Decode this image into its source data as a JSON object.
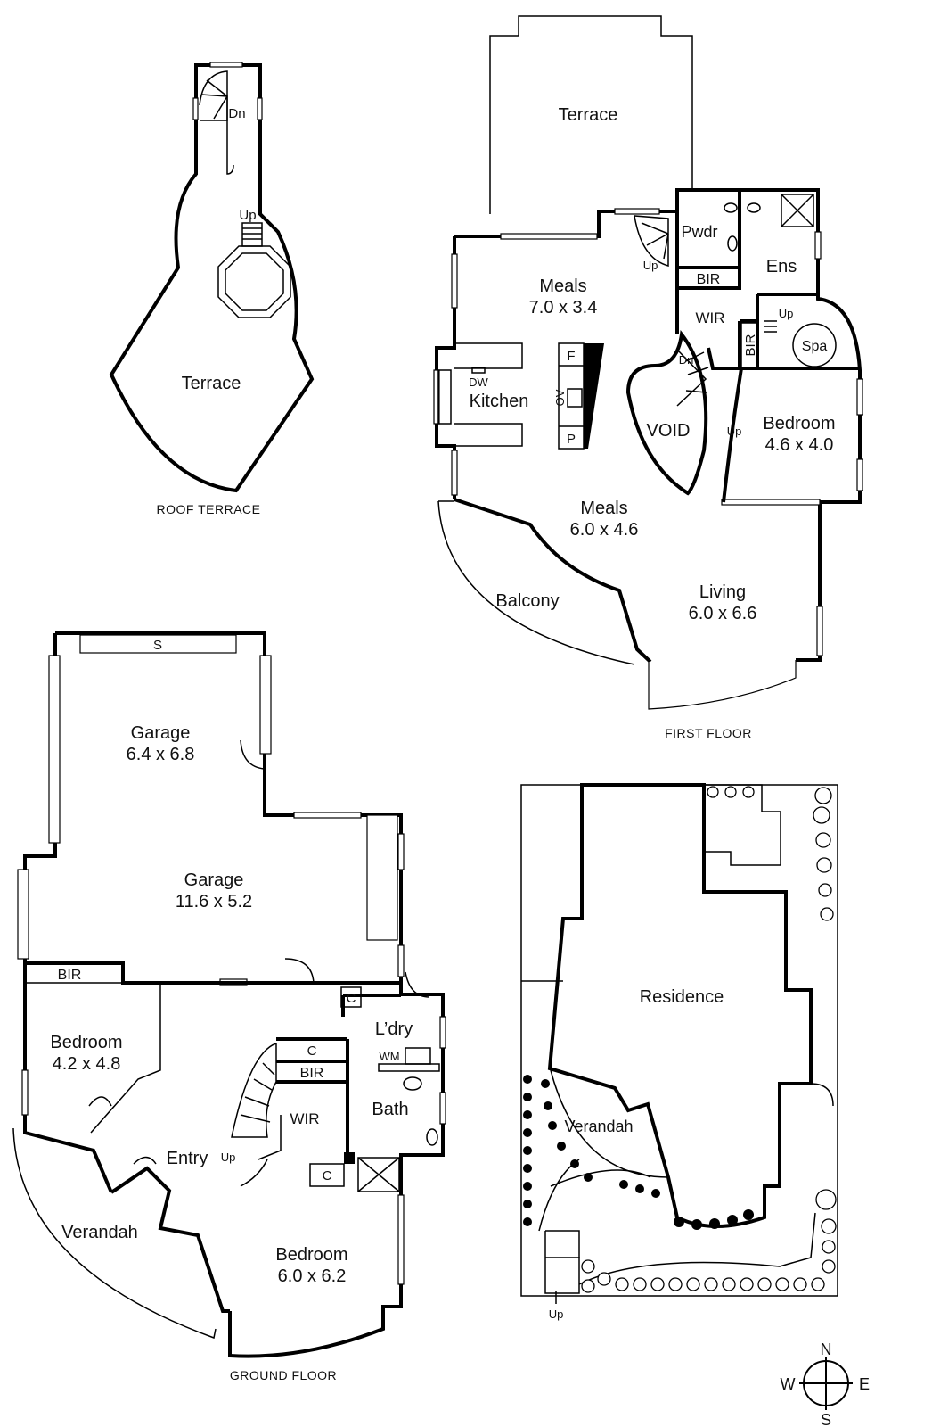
{
  "floors": {
    "roof_terrace": {
      "title": "ROOF TERRACE",
      "rooms": {
        "terrace": "Terrace"
      },
      "marks": {
        "dn": "Dn",
        "up": "Up"
      }
    },
    "first_floor": {
      "title": "FIRST FLOOR",
      "rooms": {
        "terrace": "Terrace",
        "meals_upper_name": "Meals",
        "meals_upper_dim": "7.0 x 3.4",
        "kitchen": "Kitchen",
        "void": "VOID",
        "meals_lower_name": "Meals",
        "meals_lower_dim": "6.0 x 4.6",
        "balcony": "Balcony",
        "living_name": "Living",
        "living_dim": "6.0 x 6.6",
        "bedroom_name": "Bedroom",
        "bedroom_dim": "4.6 x 4.0",
        "pwdr": "Pwdr",
        "ens": "Ens",
        "bir_top": "BIR",
        "bir_side": "BIR",
        "wir": "WIR",
        "spa": "Spa"
      },
      "marks": {
        "dw": "DW",
        "f": "F",
        "ov": "OV",
        "p": "P",
        "up_stair": "Up",
        "up_spa": "Up",
        "dn_void": "Dn",
        "up_bed": "Up"
      }
    },
    "ground_floor": {
      "title": "GROUND FLOOR",
      "rooms": {
        "garage_upper_name": "Garage",
        "garage_upper_dim": "6.4 x 6.8",
        "garage_lower_name": "Garage",
        "garage_lower_dim": "11.6 x 5.2",
        "bir_left": "BIR",
        "bedroom1_name": "Bedroom",
        "bedroom1_dim": "4.2 x 4.8",
        "entry": "Entry",
        "verandah": "Verandah",
        "bedroom2_name": "Bedroom",
        "bedroom2_dim": "6.0 x 6.2",
        "laundry": "L’dry",
        "bath": "Bath",
        "wir": "WIR",
        "bir_mid": "BIR",
        "c1": "C",
        "c2": "C",
        "c3": "C"
      },
      "marks": {
        "s": "S",
        "wm": "WM",
        "up": "Up"
      }
    },
    "site_plan": {
      "rooms": {
        "residence": "Residence",
        "verandah": "Verandah"
      },
      "marks": {
        "up": "Up"
      }
    }
  },
  "compass": {
    "n": "N",
    "e": "E",
    "s": "S",
    "w": "W"
  }
}
